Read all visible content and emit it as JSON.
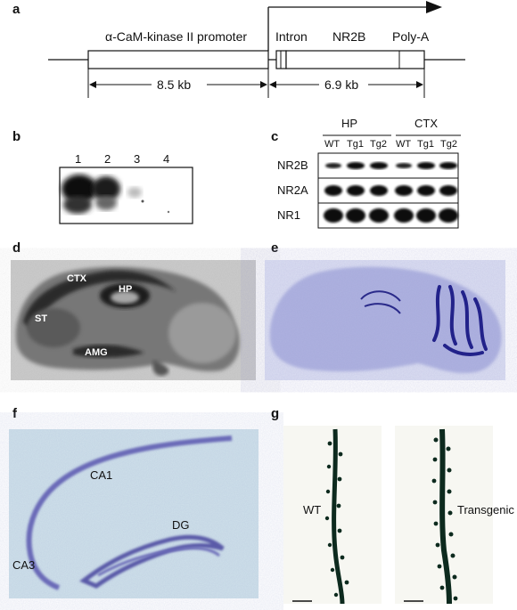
{
  "panels": {
    "a": {
      "label": "a",
      "promoter": "α-CaM-kinase II promoter",
      "intron": "Intron",
      "gene": "NR2B",
      "polya": "Poly-A",
      "len1": "8.5 kb",
      "len2": "6.9 kb"
    },
    "b": {
      "label": "b",
      "lanes": [
        "1",
        "2",
        "3",
        "4"
      ]
    },
    "c": {
      "label": "c",
      "groups": [
        "HP",
        "CTX"
      ],
      "columns": [
        "WT",
        "Tg1",
        "Tg2",
        "WT",
        "Tg1",
        "Tg2"
      ],
      "rows": [
        "NR2B",
        "NR2A",
        "NR1"
      ]
    },
    "d": {
      "label": "d",
      "regions": [
        "CTX",
        "HP",
        "ST",
        "AMG"
      ]
    },
    "e": {
      "label": "e"
    },
    "f": {
      "label": "f",
      "regions": [
        "CA1",
        "DG",
        "CA3"
      ]
    },
    "g": {
      "label": "g",
      "left": "WT",
      "right": "Transgenic"
    }
  },
  "colors": {
    "nissl_bg": "#c9cde8",
    "nissl_dark": "#2a2a8a",
    "hippo_bg": "#cfe1ea",
    "blot_band": "#111111",
    "dendrite": "#0d2a1e"
  }
}
